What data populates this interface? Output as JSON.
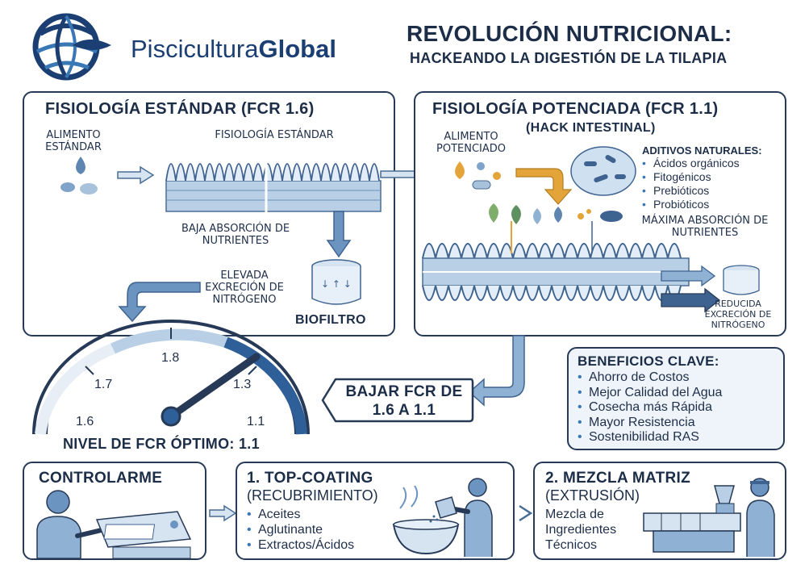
{
  "brand": {
    "name_plain": "Piscicultura",
    "name_bold": "Global"
  },
  "header": {
    "title": "REVOLUCIÓN NUTRICIONAL:",
    "subtitle": "HACKEANDO LA DIGESTIÓN DE LA TILAPIA"
  },
  "standard": {
    "title": "FISIOLOGÍA ESTÁNDAR (FCR 1.6)",
    "feed_label": "ALIMENTO ESTÁNDAR",
    "gut_label": "FISIOLOGÍA ESTÁNDAR",
    "absorption_label": "BAJA ABSORCIÓN DE NUTRIENTES",
    "excretion_label": "ELEVADA EXCRECIÓN DE NITRÓGENO",
    "biofilter_label": "BIOFILTRO"
  },
  "enhanced": {
    "title": "FISIOLOGÍA POTENCIADA (FCR 1.1)",
    "subtitle": "(HACK INTESTINAL)",
    "feed_label": "ALIMENTO POTENCIADO",
    "additives_title": "ADITIVOS NATURALES:",
    "additives": [
      "Ácidos orgánicos",
      "Fitogénicos",
      "Prebióticos",
      "Probióticos"
    ],
    "absorption_label": "MÁXIMA ABSORCIÓN DE NUTRIENTES",
    "excretion_label": "REDUCIDA EXCRECIÓN DE NITRÓGENO"
  },
  "gauge": {
    "ticks": [
      "1.6",
      "1.7",
      "1.8",
      "1.3",
      "1.1"
    ],
    "label": "NIVEL DE FCR ÓPTIMO: 1.1",
    "callout": "BAJAR FCR DE 1.6 A 1.1"
  },
  "benefits": {
    "title": "BENEFICIOS CLAVE:",
    "items": [
      "Ahorro de Costos",
      "Mejor Calidad del Agua",
      "Cosecha más Rápida",
      "Mayor Resistencia",
      "Sostenibilidad RAS"
    ]
  },
  "control": {
    "title": "CONTROLARME"
  },
  "top_coating": {
    "title": "1. TOP-COATING",
    "subtitle": "(RECUBRIMIENTO)",
    "items": [
      "Aceites",
      "Aglutinante",
      "Extractos/Ácidos"
    ]
  },
  "matrix": {
    "title": "2. MEZCLA MATRIZ",
    "subtitle": "(EXTRUSIÓN)",
    "description": "Mezcla de Ingredientes Técnicos"
  },
  "colors": {
    "navy": "#1c2d48",
    "accent_blue": "#3a78b5",
    "light_blue": "#cfe0f0",
    "amber": "#e3a53a"
  }
}
